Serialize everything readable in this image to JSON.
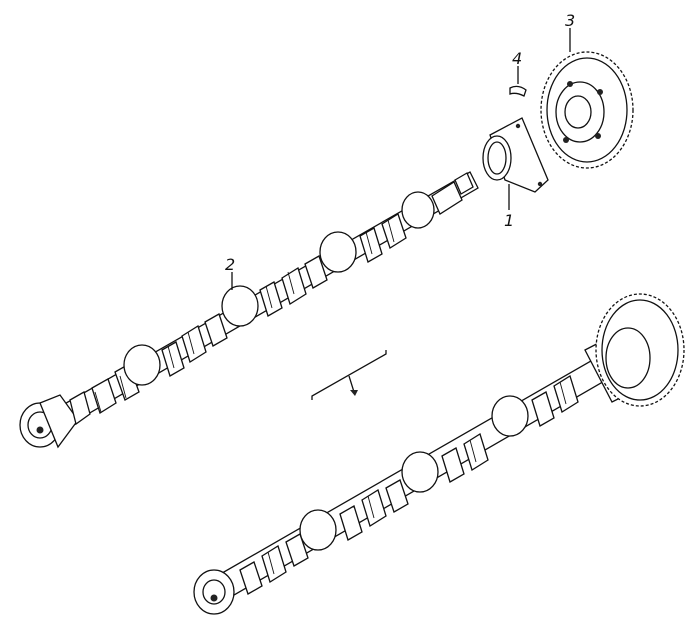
{
  "diagram": {
    "callouts": [
      {
        "id": "camshaft-bearing-flange",
        "label": "1"
      },
      {
        "id": "camshaft",
        "label": "2"
      },
      {
        "id": "camshaft-gear",
        "label": "3"
      },
      {
        "id": "woodruff-key",
        "label": "4"
      }
    ],
    "colors": {
      "line": "#111111",
      "background": "#ffffff"
    }
  }
}
